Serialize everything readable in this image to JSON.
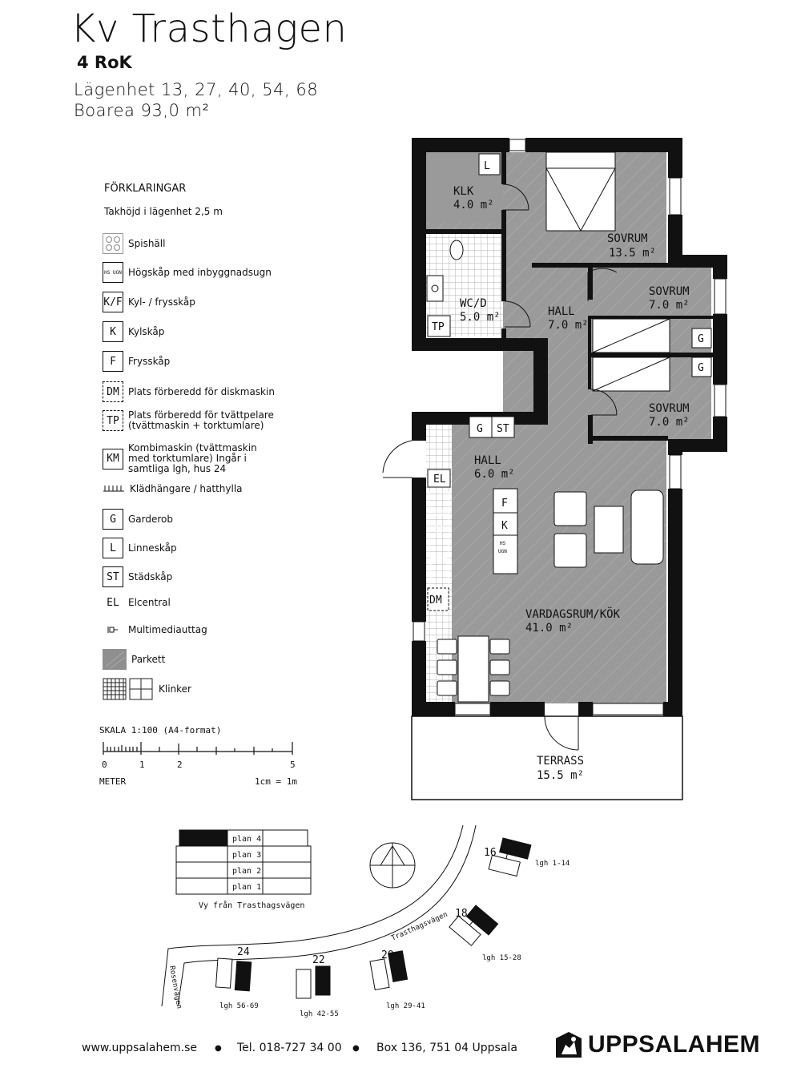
{
  "header": {
    "title": "Kv Trasthagen",
    "type": "4 RoK",
    "apartments": "Lägenhet 13, 27, 40, 54, 68",
    "area": "Boarea  93,0   m²"
  },
  "legend": {
    "heading": "FÖRKLARINGAR",
    "ceiling": "Takhöjd i lägenhet 2,5 m",
    "items": [
      {
        "icon": "stove-icon",
        "symbol": "",
        "label": "Spishäll"
      },
      {
        "icon": "oven-cabinet-icon",
        "symbol": "HS UGN",
        "label": "Högskåp med inbyggnadsugn"
      },
      {
        "icon": "fridge-freezer-icon",
        "symbol": "K/F",
        "label": "Kyl- / frysskåp"
      },
      {
        "icon": "fridge-icon",
        "symbol": "K",
        "label": "Kylskåp"
      },
      {
        "icon": "freezer-icon",
        "symbol": "F",
        "label": "Frysskåp"
      },
      {
        "icon": "dishwasher-icon",
        "symbol": "DM",
        "label": "Plats förberedd för diskmaskin"
      },
      {
        "icon": "washer-tower-icon",
        "symbol": "TP",
        "label": "Plats förberedd för tvättpelare (tvättmaskin + torktumlare)"
      },
      {
        "icon": "combi-machine-icon",
        "symbol": "KM",
        "label": "Kombimaskin (tvättmaskin med torktumlare) Ingår i samtliga lgh, hus 24"
      },
      {
        "icon": "coat-rack-icon",
        "symbol": "",
        "label": "Klädhängare / hatthylla"
      },
      {
        "icon": "wardrobe-icon",
        "symbol": "G",
        "label": "Garderob"
      },
      {
        "icon": "linen-cabinet-icon",
        "symbol": "L",
        "label": "Linneskåp"
      },
      {
        "icon": "cleaning-cabinet-icon",
        "symbol": "ST",
        "label": "Städskåp"
      },
      {
        "icon": "electrical-panel-icon",
        "symbol": "EL",
        "label": "Elcentral"
      },
      {
        "icon": "media-outlet-icon",
        "symbol": "",
        "label": "Multimediauttag"
      },
      {
        "icon": "parquet-icon",
        "symbol": "",
        "label": "Parkett"
      },
      {
        "icon": "tile-icon",
        "symbol": "",
        "label": "Klinker"
      }
    ]
  },
  "scale": {
    "label": "SKALA  1:100  (A4-format)",
    "ticks": [
      "0",
      "1",
      "2",
      "5"
    ],
    "unit": "METER",
    "ratio": "1cm  =  1m"
  },
  "rooms": [
    {
      "name": "KLK",
      "area": "4.0  m²"
    },
    {
      "name": "SOVRUM",
      "area": "13.5  m²"
    },
    {
      "name": "WC/D",
      "area": "5.0  m²"
    },
    {
      "name": "HALL",
      "area": "7.0  m²"
    },
    {
      "name": "SOVRUM",
      "area": "7.0  m²"
    },
    {
      "name": "SOVRUM",
      "area": "7.0  m²"
    },
    {
      "name": "HALL",
      "area": "6.0  m²"
    },
    {
      "name": "VARDAGSRUM/KÖK",
      "area": "41.0  m²"
    },
    {
      "name": "TERRASS",
      "area": "15.5  m²"
    }
  ],
  "plan_symbols": {
    "L": "L",
    "TP": "TP",
    "G": "G",
    "ST": "ST",
    "EL": "EL",
    "F": "F",
    "K": "K",
    "HS": "HS",
    "UGN": "UGN",
    "DM": "DM"
  },
  "elevation": {
    "floors": [
      "plan 4",
      "plan 3",
      "plan 2",
      "plan 1"
    ],
    "caption": "Vy från Trasthagsvägen"
  },
  "site": {
    "road1": "Trasthagsvägen",
    "road2": "Rosenvägen",
    "buildings": [
      {
        "num": "16",
        "lgh": "lgh 1-14"
      },
      {
        "num": "18",
        "lgh": "lgh 15-28"
      },
      {
        "num": "20",
        "lgh": "lgh 29-41"
      },
      {
        "num": "22",
        "lgh": "lgh 42-55"
      },
      {
        "num": "24",
        "lgh": "lgh 56-69"
      }
    ]
  },
  "footer": {
    "web": "www.uppsalahem.se",
    "phone": "Tel. 018-727 34 00",
    "address": "Box 136, 751 04 Uppsala",
    "brand": "UPPSALAHEM"
  }
}
